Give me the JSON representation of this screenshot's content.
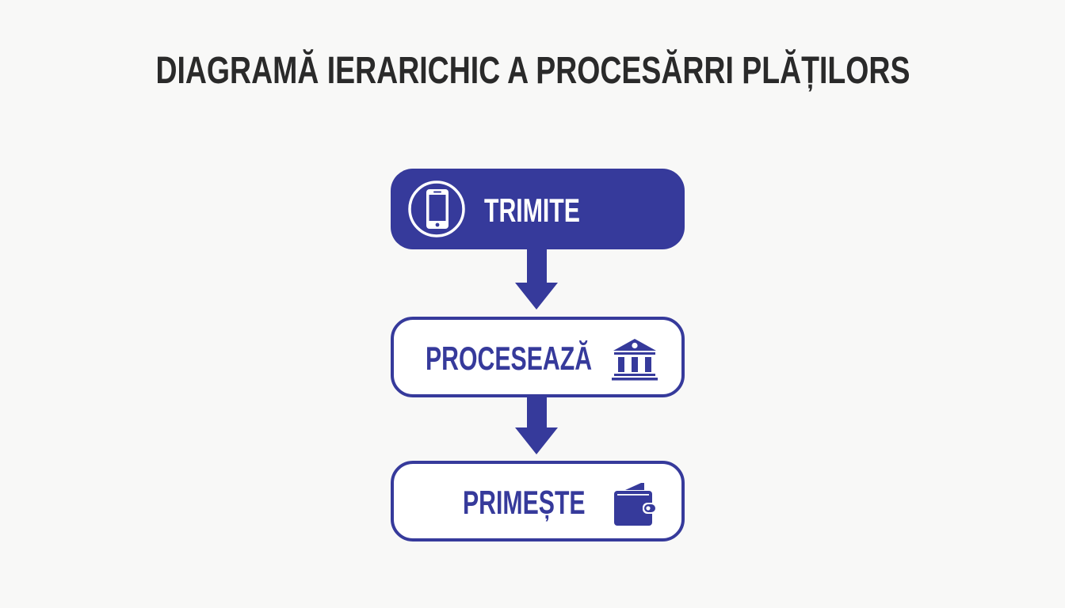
{
  "title": "DIAGRAMĂ IERARICHIC A PROCESĂRRI PLĂȚILORS",
  "colors": {
    "primary": "#363a9b",
    "title_text": "#2a2a2a",
    "background": "#f8f8f7",
    "box_fill": "#ffffff"
  },
  "steps": [
    {
      "label": "TRIMITE",
      "icon": "smartphone-icon",
      "style": "filled"
    },
    {
      "label": "PROCESEAZĂ",
      "icon": "bank-icon",
      "style": "outline"
    },
    {
      "label": "PRIMEȘTE",
      "icon": "wallet-icon",
      "style": "outline"
    }
  ],
  "connectors": [
    {
      "from": "TRIMITE",
      "to": "PROCESEAZĂ",
      "type": "down-arrow"
    },
    {
      "from": "PROCESEAZĂ",
      "to": "PRIMEȘTE",
      "type": "down-arrow"
    }
  ]
}
